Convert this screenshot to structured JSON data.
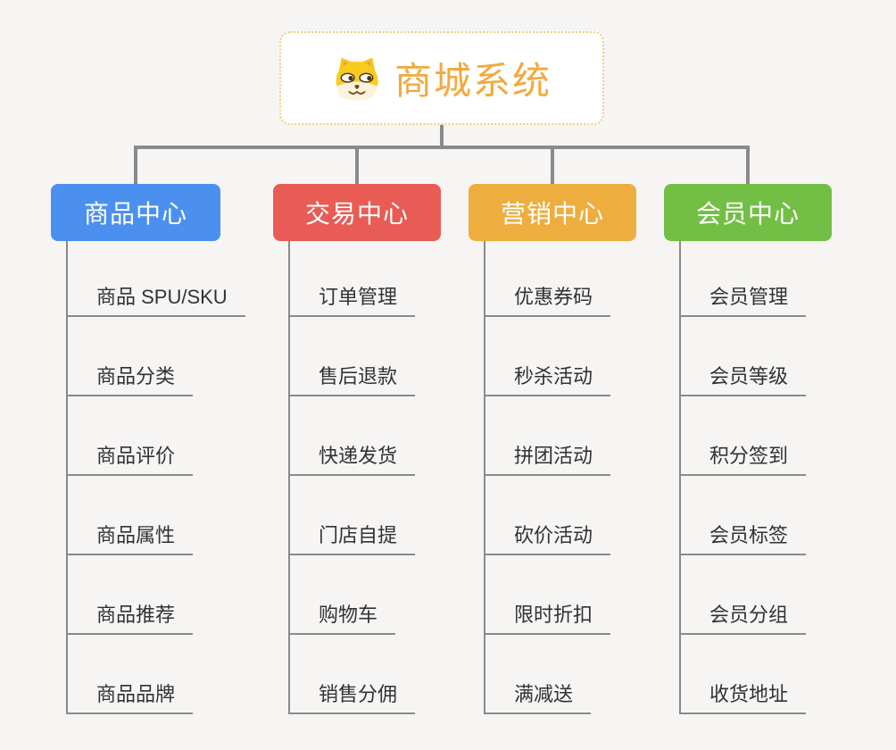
{
  "root": {
    "title": "商城系统",
    "icon": "shiba-dog-icon",
    "accent_color": "#F2A93E",
    "border_color": "#F3C87E"
  },
  "connector_color": "#8A8A8A",
  "branches": [
    {
      "label": "商品中心",
      "color": "#4B90EE",
      "items": [
        "商品 SPU/SKU",
        "商品分类",
        "商品评价",
        "商品属性",
        "商品推荐",
        "商品品牌"
      ]
    },
    {
      "label": "交易中心",
      "color": "#E85C55",
      "items": [
        "订单管理",
        "售后退款",
        "快递发货",
        "门店自提",
        "购物车",
        "销售分佣"
      ]
    },
    {
      "label": "营销中心",
      "color": "#EEAD3F",
      "items": [
        "优惠券码",
        "秒杀活动",
        "拼团活动",
        "砍价活动",
        "限时折扣",
        "满减送"
      ]
    },
    {
      "label": "会员中心",
      "color": "#73BF45",
      "items": [
        "会员管理",
        "会员等级",
        "积分签到",
        "会员标签",
        "会员分组",
        "收货地址"
      ]
    }
  ]
}
